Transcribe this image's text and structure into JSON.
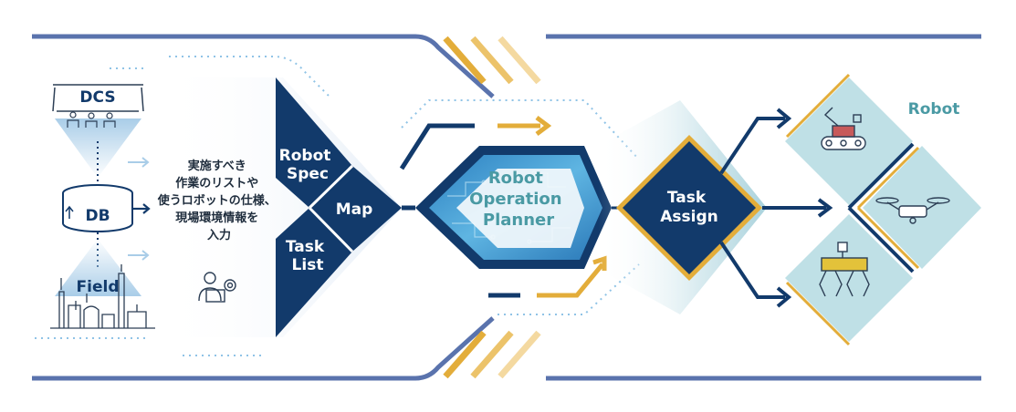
{
  "sources": {
    "dcs_label": "DCS",
    "db_label": "DB",
    "field_label": "Field"
  },
  "inputs": {
    "description_lines": [
      "実施すべき",
      "作業のリストや",
      "使うロボットの仕様、",
      "現場環境情報を",
      "入力"
    ],
    "robot_spec": [
      "Robot",
      "Spec"
    ],
    "map": "Map",
    "task_list": [
      "Task",
      "List"
    ]
  },
  "planner": {
    "label_lines": [
      "Robot",
      "Operation",
      "Planner"
    ]
  },
  "task_assign": {
    "label_lines": [
      "Task",
      "Assign"
    ]
  },
  "robots": {
    "title": "Robot",
    "items": [
      "crawler-robot",
      "drone",
      "quadruped-robot"
    ]
  },
  "colors": {
    "navy": "#123a6b",
    "steel_blue": "#4d6fa8",
    "gold": "#e3ad3a",
    "light_gold": "#f4d9a0",
    "teal_text": "#4a9aa4",
    "light_teal": "#bfe0e6",
    "cyan": "#4fa3d6"
  }
}
